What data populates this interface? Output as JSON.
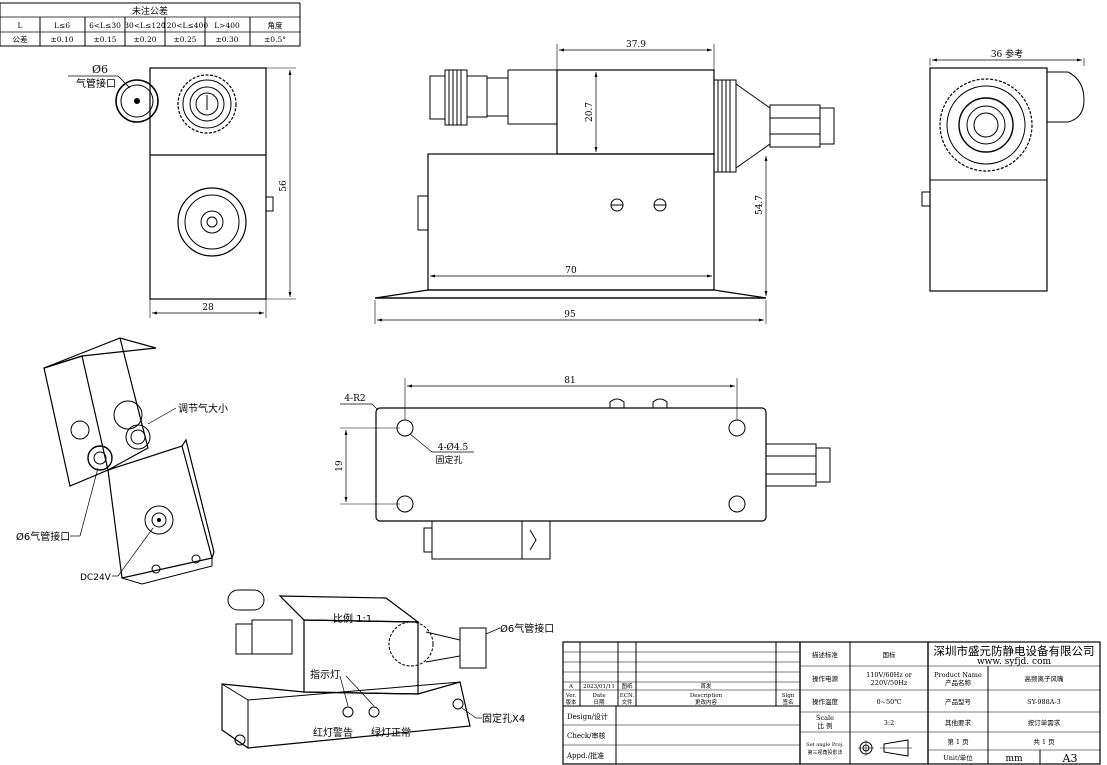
{
  "tolerance": {
    "title": "未注公差",
    "headers": [
      "L",
      "L≤6",
      "6<L≤30",
      "30<L≤120",
      "120<L≤400",
      "L>400",
      "角度"
    ],
    "values": [
      "公差",
      "±0.10",
      "±0.15",
      "±0.20",
      "±0.25",
      "±0.30",
      "±0.5°"
    ]
  },
  "views": {
    "left": {
      "dim_width": "28",
      "dim_height": "56",
      "port_dia": "Ø6",
      "port_label": "气管接口"
    },
    "front": {
      "dim_top": "37.9",
      "dim_small_h": "20.7",
      "dim_body_h": "54.7",
      "dim_base": "70",
      "dim_total": "95"
    },
    "right": {
      "dim_ref": "36 参考"
    },
    "bottom": {
      "dim_length": "81",
      "dim_corner": "4-R2",
      "dim_hole": "4-Ø4.5",
      "hole_label": "固定孔",
      "dim_height": "19"
    },
    "iso1": {
      "adjust_label": "调节气大小",
      "port_label": "Ø6气管接口",
      "power_label": "DC24V"
    },
    "iso2": {
      "scale_label": "比例  1:1",
      "port_label": "Ø6气管接口",
      "lamp_label": "指示灯",
      "red_label": "红灯警告",
      "green_label": "绿灯正常",
      "hole_label": "固定孔X4"
    }
  },
  "title_block": {
    "standard_label": "描述标准",
    "standard_value": "国标",
    "power_label": "操作电源",
    "power_value_1": "110V/60Hz or",
    "power_value_2": "220V/50Hz",
    "temp_label": "操作温度",
    "temp_value": "0~50℃",
    "scale_label_1": "Scale",
    "scale_label_2": "比 例",
    "scale_value": "3:2",
    "proj_label_1": "Set angle Proj.",
    "proj_label_2": "第三视角投影法",
    "company": "深圳市盛元防静电设备有限公司",
    "website": "www. syfjd. com",
    "product_name_label_1": "Product Name",
    "product_name_label_2": "产品名称",
    "product_name_value": "高频离子风嘴",
    "model_label": "产品型号",
    "model_value": "SY-988A-3",
    "other_label": "其他要求",
    "other_value": "按订单需求",
    "page_label": "第  1  页",
    "total_label": "共  1  页",
    "unit_label": "Unit/单位",
    "unit_value": "mm",
    "size_value": "A3",
    "rev_row": {
      "ver": "A",
      "date": "2023/01/11",
      "ecn": "图纸",
      "desc": "首发"
    },
    "rev_headers": {
      "ver_1": "Ver.",
      "ver_2": "版本",
      "date_1": "Date",
      "date_2": "日期",
      "ecn_1": "ECN.",
      "ecn_2": "文件",
      "desc_1": "Description",
      "desc_2": "更改内容",
      "sign_1": "Sign",
      "sign_2": "签名"
    },
    "design_label": "Design/设计",
    "check_label": "Check/审核",
    "appd_label": "Appd./批准"
  }
}
